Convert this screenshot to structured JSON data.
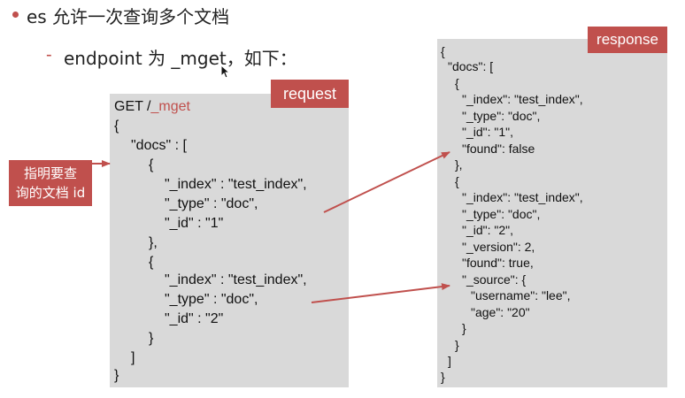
{
  "heading": "es 允许一次查询多个文档",
  "subheading": "endpoint 为 _mget，如下：",
  "sub_dash": "-",
  "request": {
    "tag": "request",
    "method": "GET /",
    "endpoint": "_mget",
    "lines": [
      "{",
      "\"docs\" : [",
      "{",
      "\"_index\" : \"test_index\",",
      "\"_type\" : \"doc\",",
      "\"_id\" : \"1\"",
      "},",
      "{",
      "\"_index\" : \"test_index\",",
      "\"_type\" : \"doc\",",
      "\"_id\" : \"2\"",
      "}",
      "]",
      "}"
    ]
  },
  "response": {
    "tag": "response",
    "lines": [
      "{",
      "\"docs\": [",
      "{",
      "\"_index\": \"test_index\",",
      "\"_type\": \"doc\",",
      "\"_id\": \"1\",",
      "\"found\": false",
      "},",
      "{",
      "\"_index\": \"test_index\",",
      "\"_type\": \"doc\",",
      "\"_id\": \"2\",",
      "\"_version\": 2,",
      "\"found\": true,",
      "\"_source\": {",
      "\"username\": \"lee\",",
      "\"age\": \"20\"",
      "}",
      "}",
      "]",
      "}"
    ]
  },
  "callout": {
    "line1": "指明要查",
    "line2": "询的文档 id"
  },
  "colors": {
    "accent": "#c0504d",
    "box_bg": "#d9d9d9"
  }
}
